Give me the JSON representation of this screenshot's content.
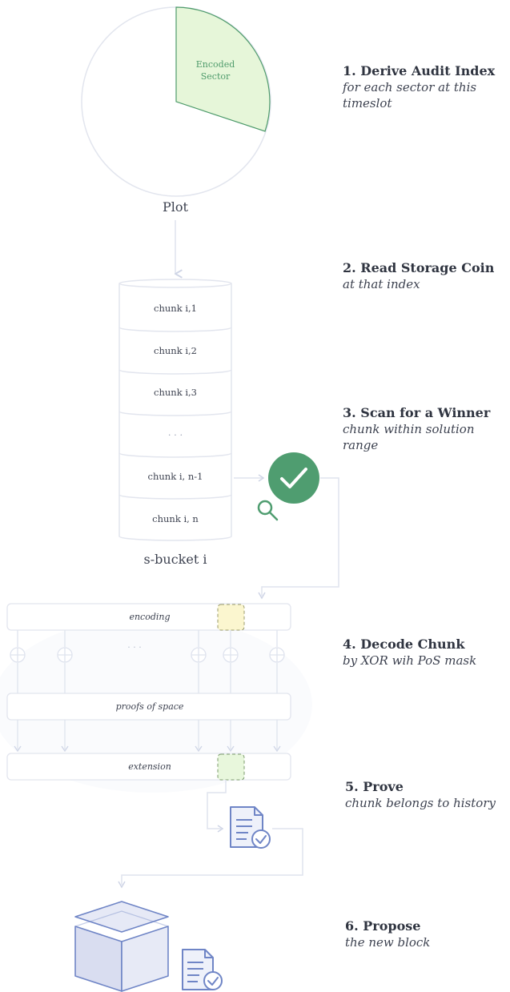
{
  "plot": {
    "sector_label_line1": "Encoded",
    "sector_label_line2": "Sector",
    "caption": "Plot"
  },
  "bucket": {
    "chunks": [
      "chunk i,1",
      "chunk i,2",
      "chunk i,3",
      "· · ·",
      "chunk i, n-1",
      "chunk i, n"
    ],
    "caption": "s-bucket i"
  },
  "decode": {
    "encoding_label": "encoding",
    "dots_label": "· · ·",
    "proofs_label": "proofs of space",
    "extension_label": "extension"
  },
  "steps": [
    {
      "title": "1. Derive Audit Index",
      "sub_lines": [
        "for each sector at this",
        "timeslot"
      ]
    },
    {
      "title": "2. Read Storage Coin",
      "sub_lines": [
        "at that index"
      ]
    },
    {
      "title": "3. Scan for a Winner",
      "sub_lines": [
        "chunk within solution",
        "range"
      ]
    },
    {
      "title": "4. Decode Chunk",
      "sub_lines": [
        "by XOR wih PoS mask"
      ]
    },
    {
      "title": "5. Prove",
      "sub_lines": [
        "chunk belongs to history"
      ]
    },
    {
      "title": "6. Propose",
      "sub_lines": [
        "the new block"
      ]
    }
  ],
  "colors": {
    "sector_fill": "#e6f6d9",
    "sector_stroke": "#4e9b6b",
    "check_fill": "#4f9d70",
    "line": "#dfe3ee",
    "icon_blue": "#6f85c6",
    "highlight_yellow": "#fbf6cf",
    "highlight_green": "#e8f7dc"
  },
  "icons": [
    "magnifier-icon",
    "checkmark-icon",
    "document-check-icon",
    "block-cube-icon"
  ]
}
